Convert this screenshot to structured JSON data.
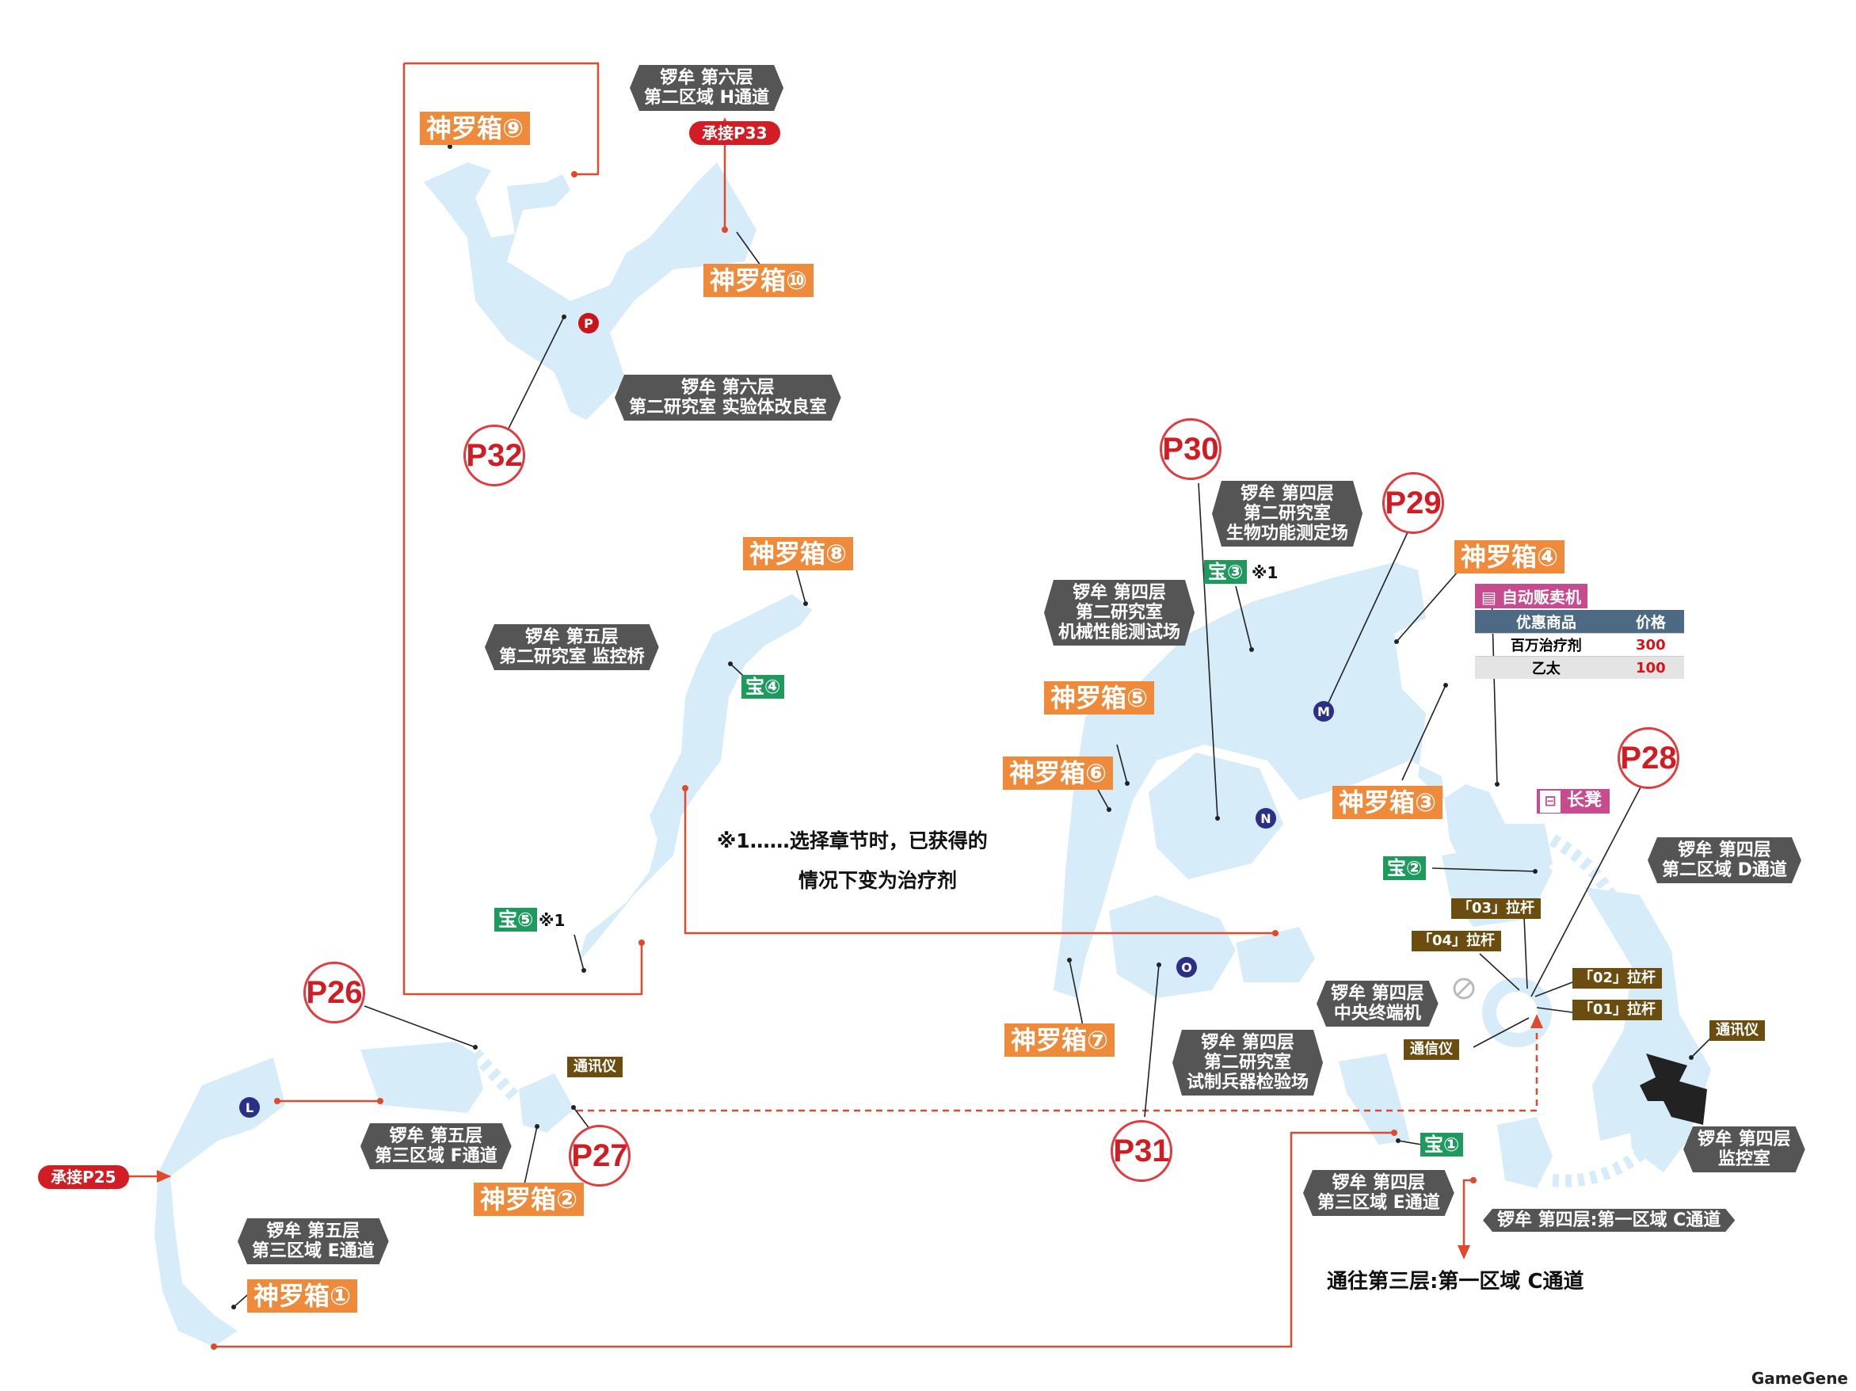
{
  "area_labels": {
    "l6_h": [
      "锣牟 第六层",
      "第二区域 H通道"
    ],
    "l6_lab": [
      "锣牟 第六层",
      "第二研究室 实验体改良室"
    ],
    "l5_monitor": [
      "锣牟 第五层",
      "第二研究室 监控桥"
    ],
    "l5_f": [
      "锣牟 第五层",
      "第三区域 F通道"
    ],
    "l5_e": [
      "锣牟 第五层",
      "第三区域 E通道"
    ],
    "l4_bio": [
      "锣牟 第四层",
      "第二研究室",
      "生物功能测定场"
    ],
    "l4_mech": [
      "锣牟 第四层",
      "第二研究室",
      "机械性能测试场"
    ],
    "l4_weapon": [
      "锣牟 第四层",
      "第二研究室",
      "试制兵器检验场"
    ],
    "l4_d": [
      "锣牟 第四层",
      "第二区域 D通道"
    ],
    "l4_central": [
      "锣牟 第四层",
      "中央终端机"
    ],
    "l4_e": [
      "锣牟 第四层",
      "第三区域 E通道"
    ],
    "l4_control": [
      "锣牟 第四层",
      "监控室"
    ],
    "l4_c": [
      "锣牟 第四层:第一区域 C通道"
    ]
  },
  "chests": {
    "c1": "神罗箱①",
    "c2": "神罗箱②",
    "c3": "神罗箱③",
    "c4": "神罗箱④",
    "c5": "神罗箱⑤",
    "c6": "神罗箱⑥",
    "c7": "神罗箱⑦",
    "c8": "神罗箱⑧",
    "c9": "神罗箱⑨",
    "c10": "神罗箱⑩"
  },
  "treasures": {
    "t1": "宝①",
    "t2": "宝②",
    "t3": "宝③",
    "t4": "宝④",
    "t5": "宝⑤"
  },
  "note_mark": "※1",
  "note_text": [
    "※1……选择章节时，已获得的",
    "情况下变为治疗剂"
  ],
  "levers": {
    "l01": "「01」拉杆",
    "l02": "「02」拉杆",
    "l03": "「03」拉杆",
    "l04": "「04」拉杆"
  },
  "comms": {
    "c_left": "通讯仪",
    "c_center": "通信仪",
    "c_right": "通讯仪"
  },
  "connections": {
    "from": "承接P25",
    "to": "承接P33"
  },
  "pages": {
    "p26": "P26",
    "p27": "P27",
    "p28": "P28",
    "p29": "P29",
    "p30": "P30",
    "p31": "P31",
    "p32": "P32"
  },
  "markers": {
    "L": "L",
    "M": "M",
    "N": "N",
    "O": "O",
    "P": "P"
  },
  "vending": {
    "title": "自动贩卖机",
    "headers": [
      "优惠商品",
      "价格"
    ],
    "rows": [
      {
        "item": "百万治疗剂",
        "price": "300"
      },
      {
        "item": "乙太",
        "price": "100"
      }
    ]
  },
  "bench": "长凳",
  "exit_text": "通往第三层:第一区域 C通道",
  "watermark": "GameGene",
  "colors": {
    "floor": "#d6ecf8",
    "route": "#e0492b",
    "chest": "#ee8a3a",
    "treasure": "#1f9a5e",
    "label": "#555555",
    "page": "#d01c22"
  }
}
